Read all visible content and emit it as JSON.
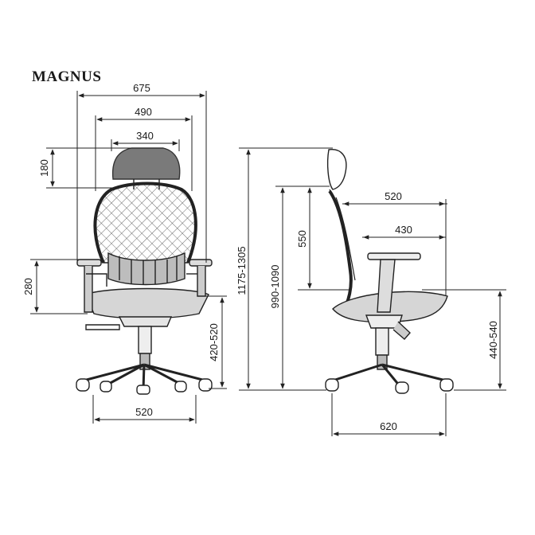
{
  "title": "MAGNUS",
  "front_view": {
    "overall_width": "675",
    "backrest_width": "490",
    "headrest_width": "340",
    "headrest_height": "180",
    "armrest_height": "280",
    "seat_height": "420-520",
    "base_width": "520"
  },
  "side_view": {
    "total_height": "1175-1305",
    "backrest_height_floor": "990-1090",
    "backrest_height": "550",
    "seat_depth": "520",
    "armrest_depth": "430",
    "armrest_floor_height": "440-540",
    "base_depth": "620"
  },
  "colors": {
    "line": "#222222",
    "mesh": "#555555",
    "headrest": "#7a7a7a",
    "seat": "#d6d6d6"
  }
}
